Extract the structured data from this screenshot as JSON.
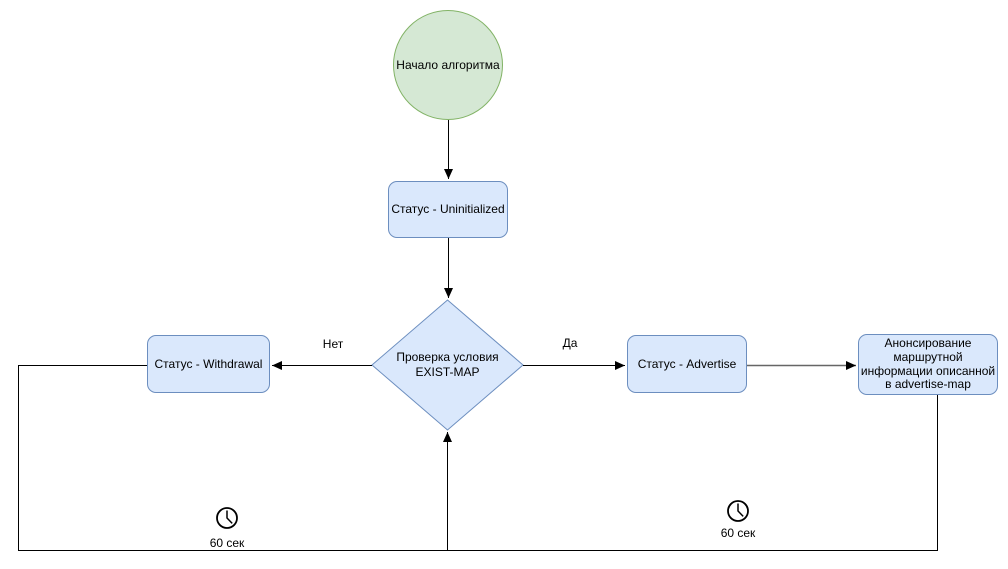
{
  "diagram_type": "flowchart",
  "nodes": {
    "start": {
      "label": "Начало алгоритма",
      "shape": "circle",
      "fill": "#d5e8d4",
      "stroke": "#82b366"
    },
    "status_uninitialized": {
      "label": "Статус - Uninitialized",
      "shape": "rounded-rectangle",
      "fill": "#dae8fc",
      "stroke": "#6c8ebf"
    },
    "decision_exist_map": {
      "label": "Проверка условия\nEXIST-MAP",
      "shape": "diamond",
      "fill": "#dae8fc",
      "stroke": "#6c8ebf"
    },
    "status_withdrawal": {
      "label": "Статус - Withdrawal",
      "shape": "rounded-rectangle",
      "fill": "#dae8fc",
      "stroke": "#6c8ebf"
    },
    "status_advertise": {
      "label": "Статус - Advertise",
      "shape": "rounded-rectangle",
      "fill": "#dae8fc",
      "stroke": "#6c8ebf"
    },
    "announce_route_info": {
      "label": "Анонсирование\nмаршрутной\nинформации описанной\nв advertise-map",
      "shape": "rounded-rectangle",
      "fill": "#dae8fc",
      "stroke": "#6c8ebf"
    }
  },
  "edges": [
    {
      "from": "start",
      "to": "status_uninitialized",
      "label": "",
      "color": "#000000"
    },
    {
      "from": "status_uninitialized",
      "to": "decision_exist_map",
      "label": "",
      "color": "#000000"
    },
    {
      "from": "decision_exist_map",
      "to": "status_withdrawal",
      "label": "Нет",
      "color": "#000000"
    },
    {
      "from": "decision_exist_map",
      "to": "status_advertise",
      "label": "Да",
      "color": "#000000"
    },
    {
      "from": "status_advertise",
      "to": "announce_route_info",
      "label": "",
      "color": "#666666"
    },
    {
      "from": "status_withdrawal",
      "to": "decision_exist_map",
      "label": "60 сек",
      "icon": "clock-icon",
      "color": "#000000"
    },
    {
      "from": "announce_route_info",
      "to": "decision_exist_map",
      "label": "60 сек",
      "icon": "clock-icon",
      "color": "#000000"
    }
  ],
  "colors": {
    "background": "#ffffff",
    "edge": "#000000",
    "edge_gray": "#666666",
    "text": "#000000"
  }
}
